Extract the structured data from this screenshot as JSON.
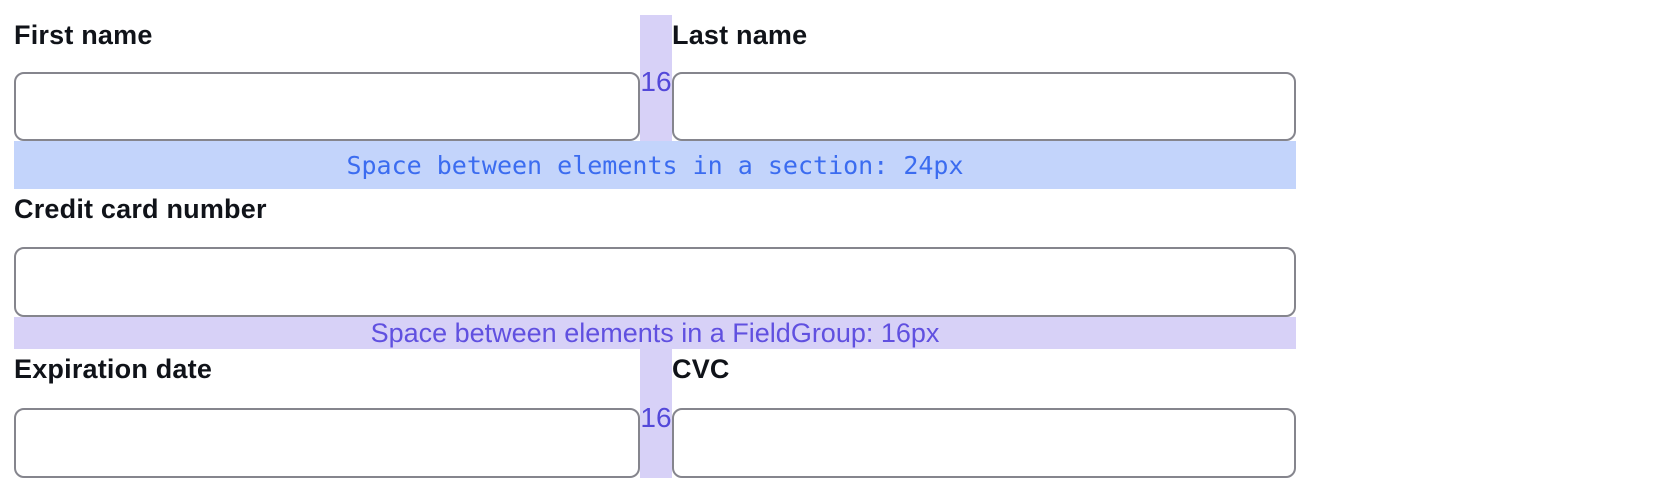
{
  "colors": {
    "page_bg": "#ffffff",
    "label_text": "#101319",
    "input_border": "#85858d",
    "input_bg": "#ffffff",
    "section_band_bg": "#c3d4fb",
    "section_band_text": "#3b6cf0",
    "fieldgroup_band_bg": "#d7d1f7",
    "fieldgroup_band_text": "#6050e0",
    "gap_number_text": "#5348d9"
  },
  "form": {
    "rows": [
      {
        "fields": [
          {
            "label": "First name",
            "value": ""
          },
          {
            "label": "Last name",
            "value": ""
          }
        ],
        "gap_size_label": "16"
      },
      {
        "fields": [
          {
            "label": "Credit card number",
            "value": ""
          }
        ]
      },
      {
        "fields": [
          {
            "label": "Expiration date",
            "value": ""
          },
          {
            "label": "CVC",
            "value": ""
          }
        ],
        "gap_size_label": "16"
      }
    ]
  },
  "annotations": {
    "section_gap_label": "Space between elements in a section: 24px",
    "fieldgroup_gap_label": "Space between elements in a FieldGroup: 16px"
  }
}
